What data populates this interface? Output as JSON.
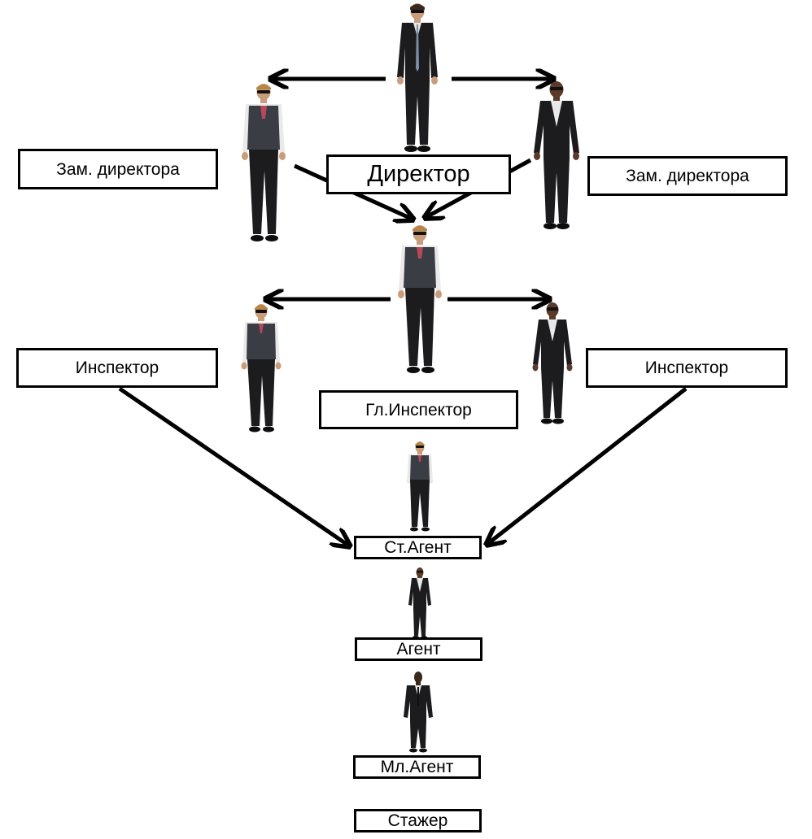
{
  "ranks": {
    "director": "Директор",
    "deputy_left": "Зам. директора",
    "deputy_right": "Зам. директора",
    "chief_inspector": "Гл.Инспектор",
    "inspector_left": "Инспектор",
    "inspector_right": "Инспектор",
    "senior_agent": "Ст.Агент",
    "agent": "Агент",
    "junior_agent": "Мл.Агент",
    "trainee": "Стажер"
  },
  "colors": {
    "suit": "#1c1c1e",
    "suit_highlight": "#2e2e31",
    "vest": "#3a3d44",
    "shirt": "#e9e9e9",
    "skin_light": "#c99c7a",
    "skin_dark": "#5a3a28",
    "hair_light": "#b5854a",
    "arrow": "#000000"
  }
}
